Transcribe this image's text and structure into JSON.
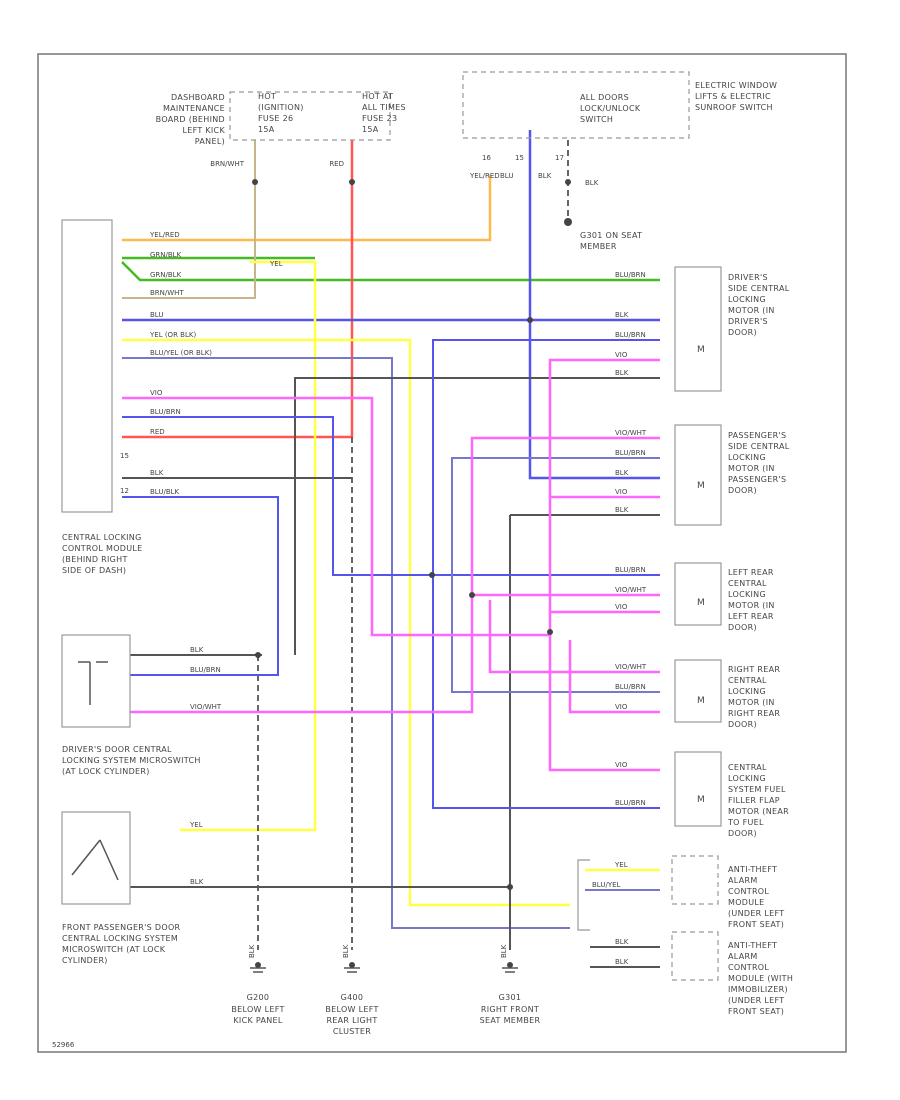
{
  "colors": {
    "orange": "#ffb84d",
    "green": "#44bb22",
    "yellow": "#ffff44",
    "blue": "#5555ee",
    "pink": "#ff66ff",
    "red": "#ff5555",
    "black": "#555555",
    "lightblue": "#7777cc",
    "brown": "#c8b48a",
    "grey": "#999999"
  },
  "fuses": {
    "left": "HOT (IGNITION) FUSE 26 15A",
    "right": "HOT AT ALL TIMES FUSE 23 15A",
    "panel": "DASHBOARD MAINTENANCE BOARD (BEHIND LEFT KICK PANEL)",
    "brn_wht": "BRN/WHT",
    "red": "RED"
  },
  "top_switch": {
    "label": "ALL DOORS LOCK/UNLOCK SWITCH",
    "side": "ELECTRIC WINDOW LIFTS & ELECTRIC SUNROOF SWITCH",
    "pins": [
      "16",
      "15",
      "17"
    ],
    "wires": [
      "YEL/RED",
      "BLU",
      "BLK",
      "BLK"
    ],
    "ground": "G301 ON SEAT MEMBER"
  },
  "module": {
    "label": "CENTRAL LOCKING CONTROL MODULE (BEHIND RIGHT SIDE OF DASH)",
    "wires": [
      "YEL/RED",
      "GRN/BLK",
      "GRN/BLK",
      "BRN/WHT",
      "BLU",
      "YEL (OR BLK)",
      "BLU/YEL (OR BLK)",
      "VIO",
      "BLU/BRN",
      "RED",
      "BLK",
      "BLU/BLK"
    ],
    "pins": [
      "15",
      "12"
    ],
    "yel": "YEL"
  },
  "motors": [
    {
      "label": "DRIVER'S SIDE CENTRAL LOCKING MOTOR (IN DRIVER'S DOOR)",
      "wires": [
        "BLU/BRN",
        "BLK",
        "BLU/BRN",
        "VIO",
        "BLK"
      ]
    },
    {
      "label": "PASSENGER'S SIDE CENTRAL LOCKING MOTOR (IN PASSENGER'S DOOR)",
      "wires": [
        "VIO/WHT",
        "BLU/BRN",
        "BLK",
        "VIO",
        "BLK"
      ]
    },
    {
      "label": "LEFT REAR CENTRAL LOCKING MOTOR (IN LEFT REAR DOOR)",
      "wires": [
        "BLU/BRN",
        "VIO/WHT",
        "VIO"
      ]
    },
    {
      "label": "RIGHT REAR CENTRAL LOCKING MOTOR (IN RIGHT REAR DOOR)",
      "wires": [
        "VIO/WHT",
        "BLU/BRN",
        "VIO"
      ]
    },
    {
      "label": "CENTRAL LOCKING SYSTEM FUEL FILLER FLAP MOTOR (NEAR TO FUEL DOOR)",
      "wires": [
        "VIO",
        "BLU/BRN"
      ]
    }
  ],
  "alarm": {
    "label1": "ANTI-THEFT ALARM CONTROL MODULE (UNDER LEFT FRONT SEAT)",
    "label2": "ANTI-THEFT ALARM CONTROL MODULE (WITH IMMOBILIZER) (UNDER LEFT FRONT SEAT)",
    "wires": [
      "YEL",
      "BLU/YEL",
      "BLK",
      "BLK"
    ]
  },
  "switches": {
    "driver": "DRIVER'S DOOR CENTRAL LOCKING SYSTEM MICROSWITCH (AT LOCK CYLINDER)",
    "driver_wires": [
      "BLK",
      "BLU/BRN",
      "VIO/WHT"
    ],
    "passenger": "FRONT PASSENGER'S DOOR CENTRAL LOCKING SYSTEM MICROSWITCH (AT LOCK CYLINDER)",
    "passenger_wires": [
      "YEL",
      "BLK"
    ]
  },
  "grounds": [
    {
      "id": "G200",
      "label": "BELOW LEFT KICK PANEL"
    },
    {
      "id": "G400",
      "label": "BELOW LEFT REAR LIGHT CLUSTER"
    },
    {
      "id": "G301",
      "label": "RIGHT FRONT SEAT MEMBER"
    }
  ],
  "ground_wire": "BLK",
  "code": "52966"
}
